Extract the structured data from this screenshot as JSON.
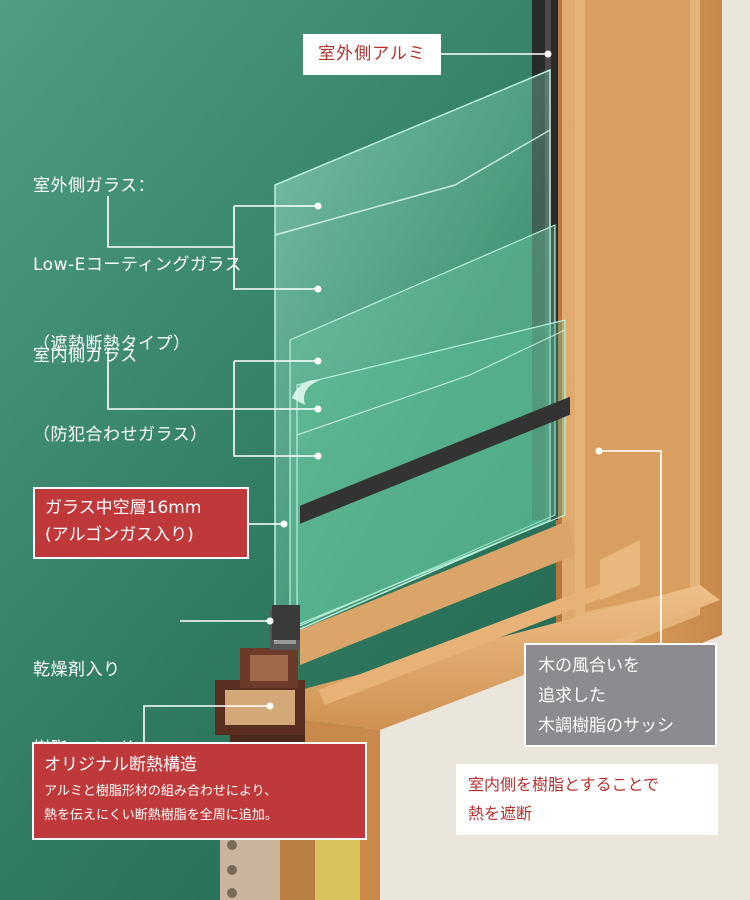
{
  "callouts": {
    "outer_aluminum": "室外側アルミ",
    "outer_glass": [
      "室外側ガラス：",
      "Low-Eコーティングガラス",
      "（遮熱断熱タイプ）"
    ],
    "inner_glass": [
      "室内側ガラス",
      "（防犯合わせガラス）"
    ],
    "hollow_layer": [
      "ガラス中空層16mm",
      "(アルゴンガス入り)"
    ],
    "spacer": [
      "乾燥剤入り",
      "樹脂スペーサー"
    ],
    "wood_sash": [
      "木の風合いを",
      "追求した",
      "木調樹脂のサッシ"
    ],
    "insulation_title": "オリジナル断熱構造",
    "insulation_body": [
      "アルミと樹脂形材の組み合わせにより、",
      "熱を伝えにくい断熱樹脂を全周に追加。"
    ],
    "interior_note": [
      "室内側を樹脂とすることで",
      "熱を遮断"
    ]
  },
  "colors": {
    "exterior_green": "#2f7a60",
    "interior_wall": "#ebe6dc",
    "wood": "#d9a062",
    "accent_red": "#c0393a",
    "sash_gray": "#8c8b90"
  }
}
